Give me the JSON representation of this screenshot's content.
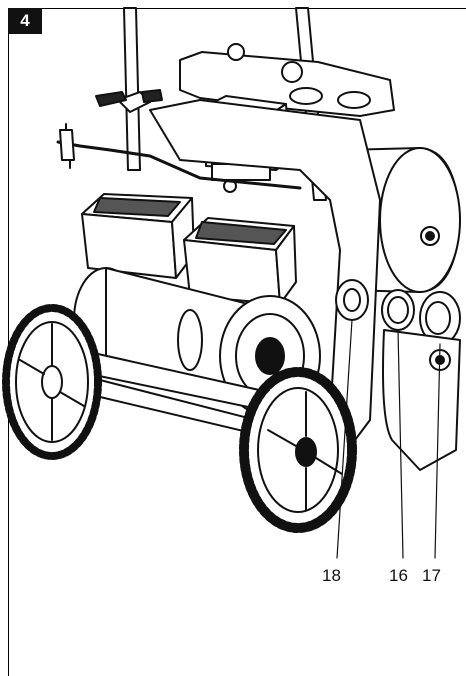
{
  "figure": {
    "number": "4"
  },
  "callouts": [
    {
      "id": "18",
      "label": "18"
    },
    {
      "id": "16",
      "label": "16"
    },
    {
      "id": "17",
      "label": "17"
    }
  ],
  "colors": {
    "ink": "#111111",
    "background": "#ffffff",
    "badge": "#111111"
  }
}
